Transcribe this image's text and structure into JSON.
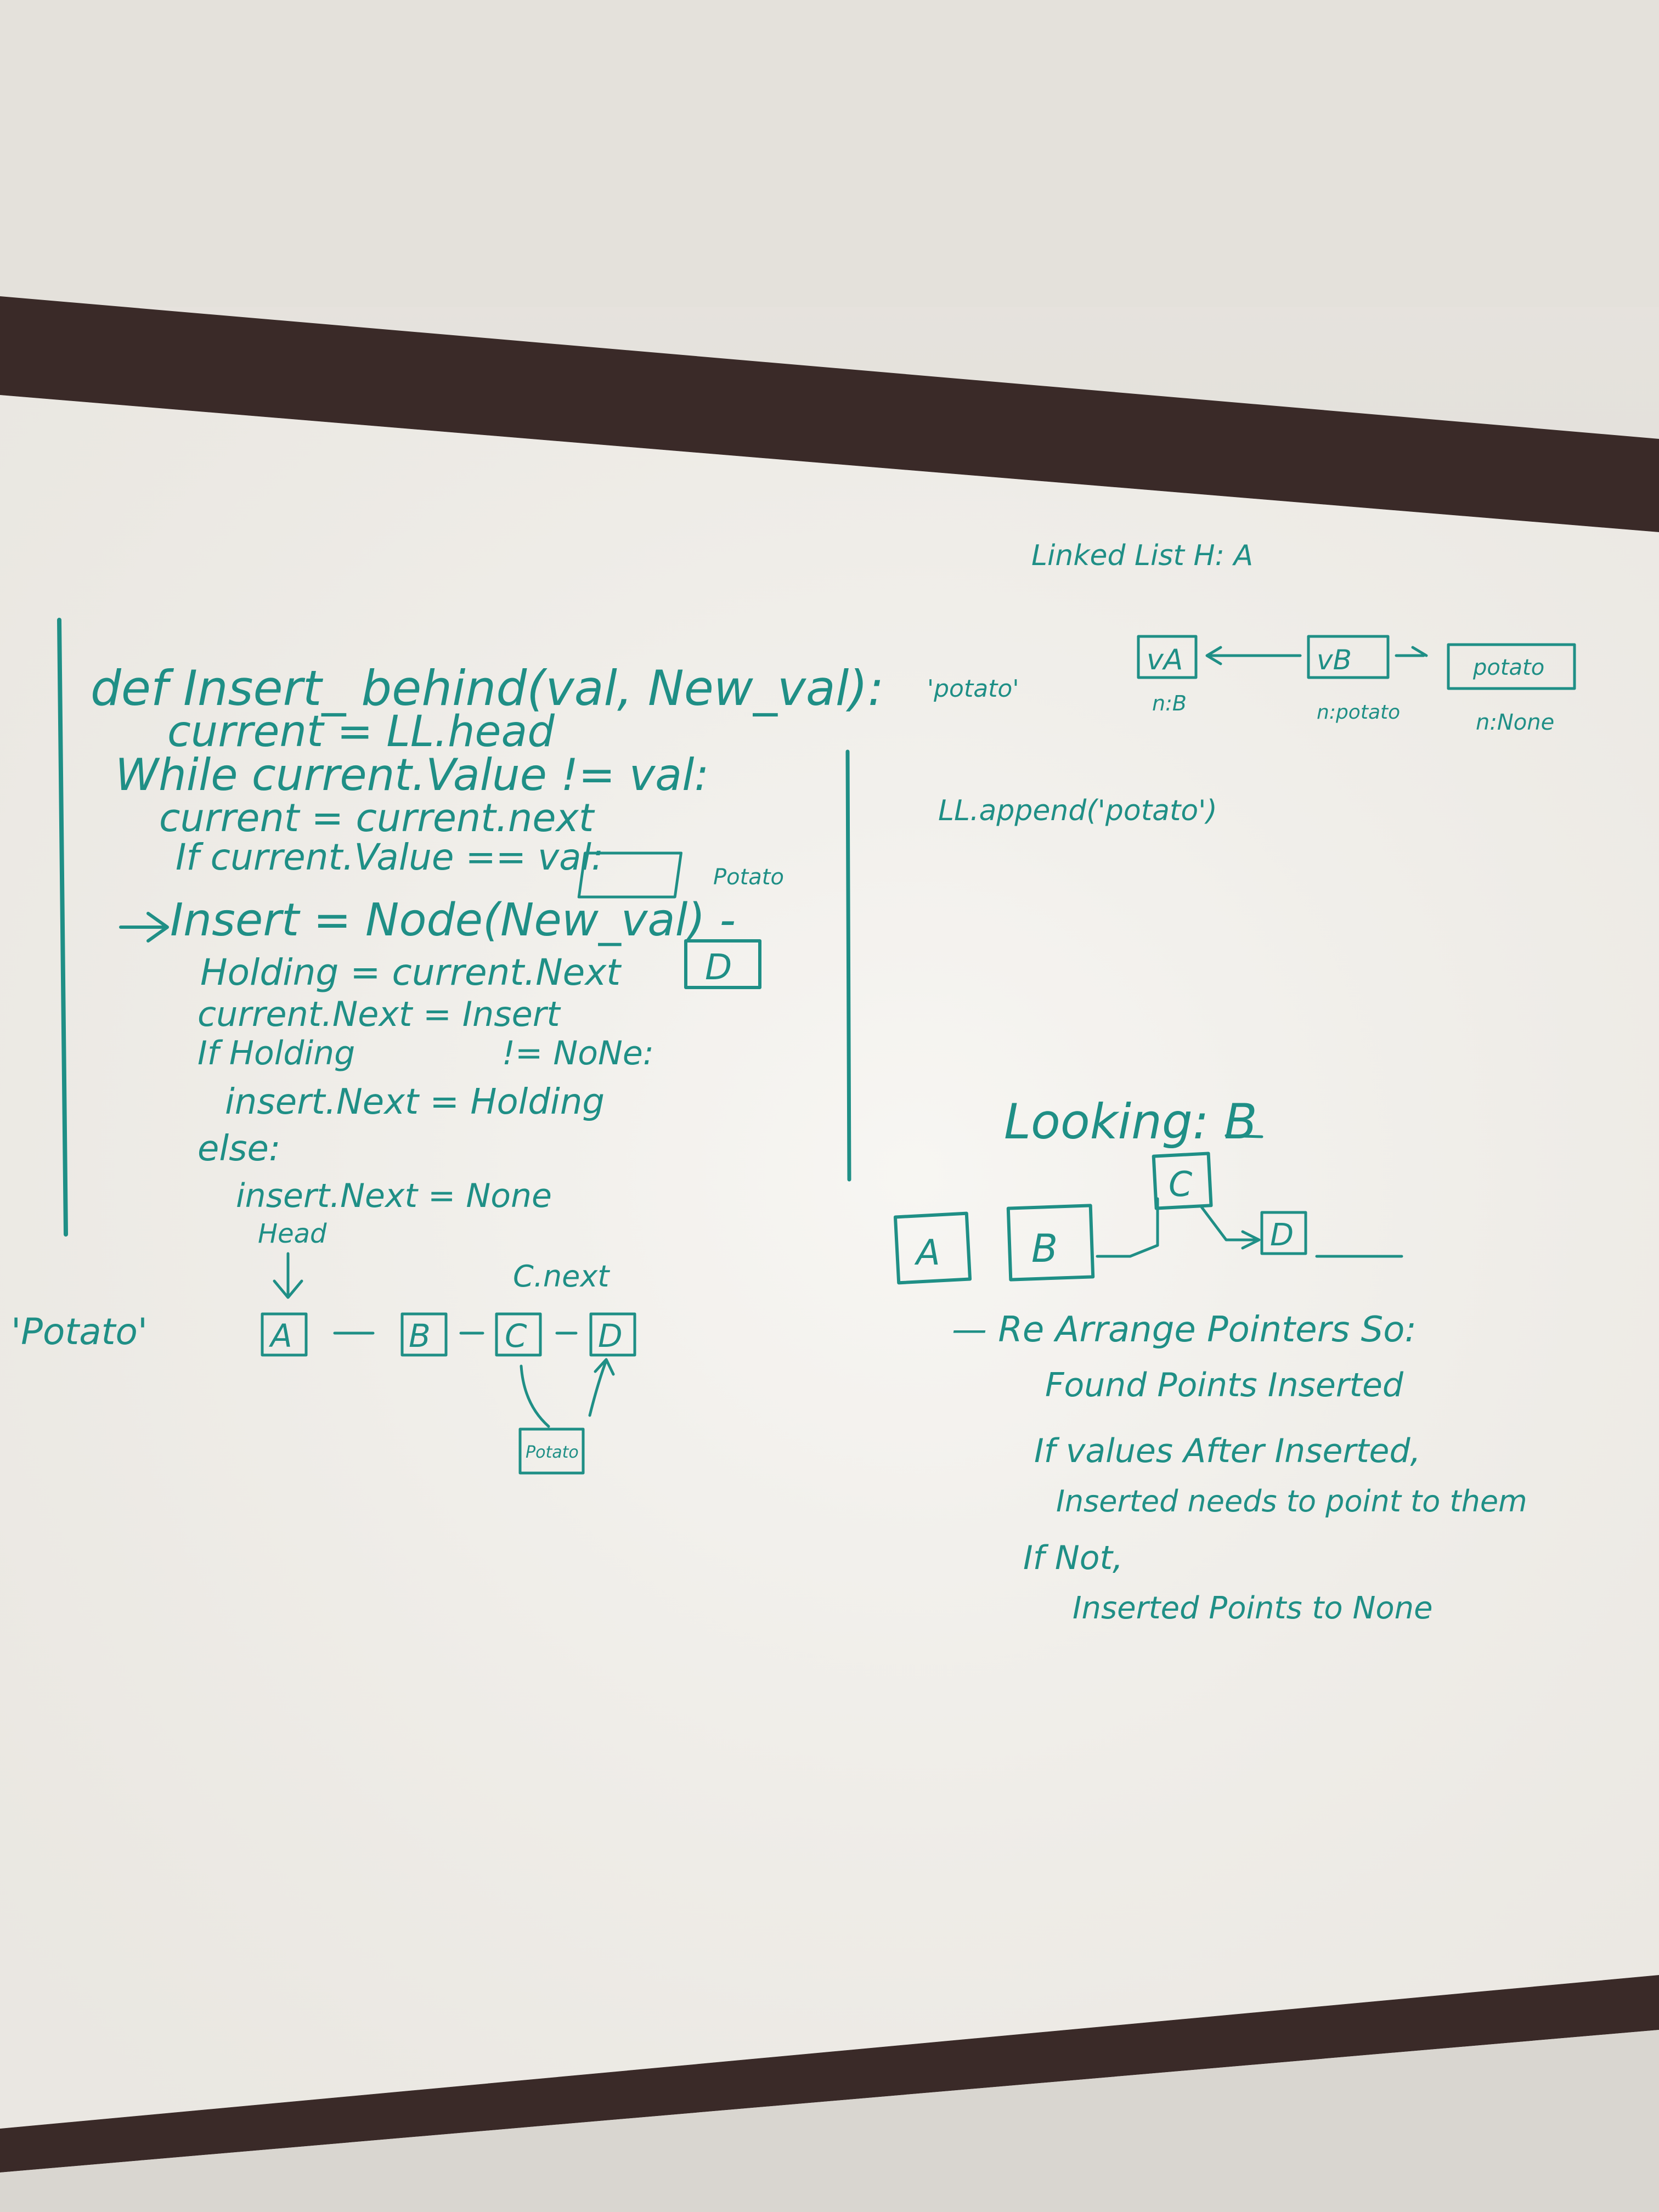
{
  "colors": {
    "ink": "#1f8f86",
    "board": "#f3f1ec",
    "frame": "#3a2a28",
    "wall": "#e7e4de"
  },
  "code": {
    "lines": [
      "def Insert_ behind(val, New_val):",
      "current = LL.head",
      "While current.Value != val:",
      "current = current.next",
      "If current.Value == val:",
      "Insert = Node(New_val) -",
      "Holding = current.Next",
      "current.Next = Insert",
      "If Holding",
      "!= NoNe:",
      "insert.Next = Holding",
      "else:",
      "insert.Next = None"
    ],
    "annotations": {
      "potato_box": "Potato",
      "d_box": "D"
    }
  },
  "bottom_diagram": {
    "label_potato": "'Potato'",
    "head": "Head",
    "cnext": "C.next",
    "nodes": [
      "A",
      "B",
      "C",
      "D"
    ],
    "inserted_node": "Potato"
  },
  "top_right": {
    "title": "Linked List H: A",
    "potato_label": "'potato'",
    "nodes": [
      {
        "value": "vA",
        "next": "n:B"
      },
      {
        "value": "vB",
        "next": "n:potato"
      },
      {
        "value": "potato",
        "next": "n:None"
      }
    ],
    "append_call": "LL.append('potato')"
  },
  "looking": {
    "title": "Looking: B",
    "nodes": [
      "A",
      "B",
      "C",
      "D"
    ]
  },
  "notes": {
    "lines": [
      "— Re Arrange Pointers So:",
      "Found Points Inserted",
      "If values After Inserted,",
      "Inserted needs to point to them",
      "If Not,",
      "Inserted Points to None"
    ]
  }
}
